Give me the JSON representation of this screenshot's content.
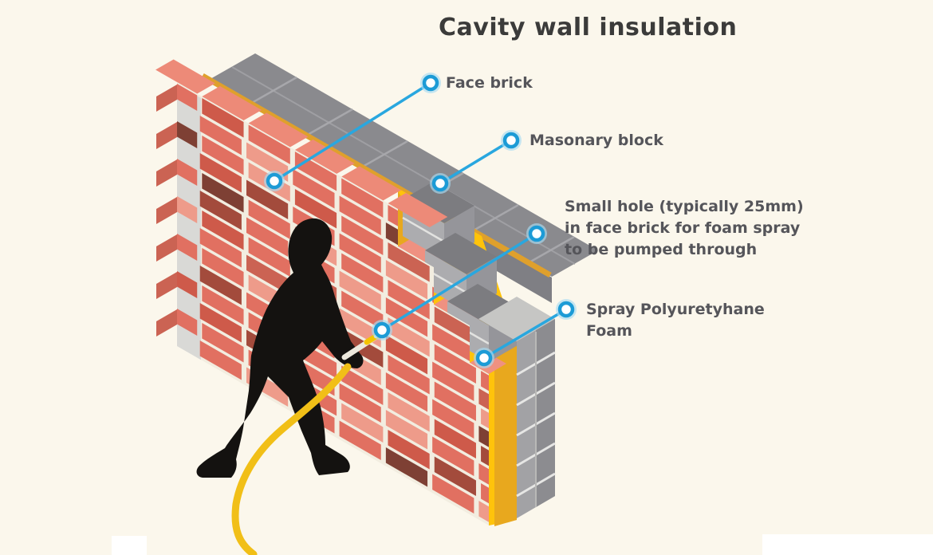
{
  "title": "Cavity wall insulation",
  "callouts": [
    {
      "id": "face-brick",
      "text": "Face brick"
    },
    {
      "id": "masonary-block",
      "text": "Masonary block"
    },
    {
      "id": "small-hole",
      "text": "Small hole (typically 25mm)\nin face brick for foam spray\nto be pumped through"
    },
    {
      "id": "spray-foam",
      "text": "Spray Polyuretyhane\nFoam"
    }
  ],
  "palette": {
    "background": "#fbf7ec",
    "accent_blue": "#29a7df",
    "marker_ring": "#1c9bd6",
    "marker_halo": "#a8dcf2",
    "title_text": "#3b3b3a",
    "label_text": "#55555a",
    "brick_base": "#e17061",
    "brick_light": "#ee9b8a",
    "brick_mid_dark": "#ce5a4a",
    "brick_deep": "#a34b3c",
    "brick_maroon": "#7e4034",
    "brick_top": "#ed8a78",
    "brick_end": "#cb6353",
    "mortar": "#f2ede0",
    "wall_end_gray": "#d9d9d6",
    "foam_yellow": "#ffc30b",
    "foam_dark": "#e8a81e",
    "foam_strip": "#dfa02c",
    "block_band": "#8a8a8e",
    "block_front": "#acacaf",
    "block_top_dark": "#7c7c80",
    "block_side": "#95959a",
    "block_joint": "#e2e2e0",
    "column_top": "#c6c6c4",
    "column_end": "#a2a2a5",
    "column_shade": "#8c8c90",
    "silhouette": "#141210",
    "hose_yellow": "#f1bf17",
    "lance_white": "#ece8dc",
    "white": "#ffffff"
  }
}
